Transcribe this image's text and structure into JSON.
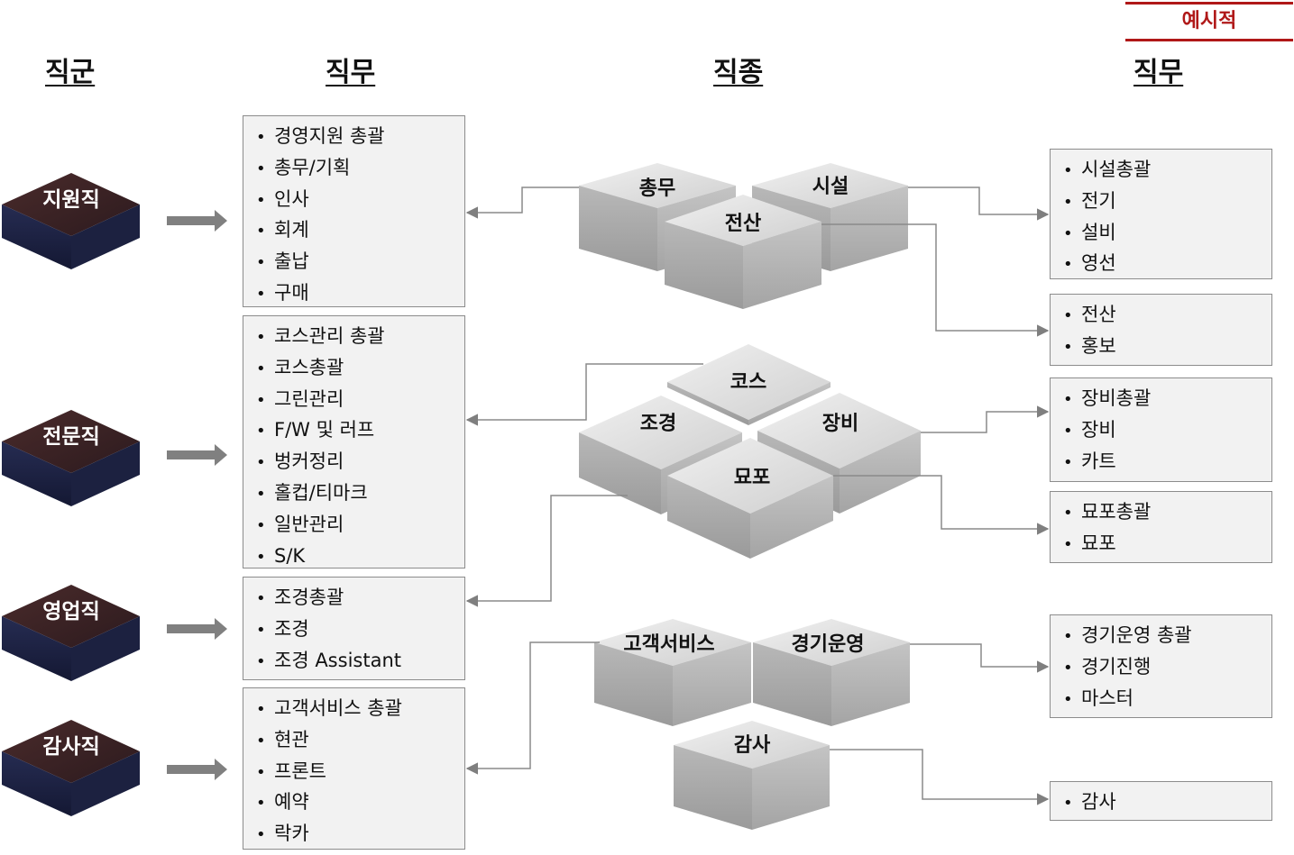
{
  "headers": {
    "group": "직군",
    "duty_left": "직무",
    "job_type": "직종",
    "duty_right": "직무",
    "example": "예시적"
  },
  "categories": [
    "지원직",
    "전문직",
    "영업직",
    "감사직"
  ],
  "left_duties": [
    [
      "경영지원 총괄",
      "총무/기획",
      "인사",
      "회계",
      "출납",
      "구매"
    ],
    [
      "코스관리 총괄",
      "코스총괄",
      "그린관리",
      "F/W 및 러프",
      "벙커정리",
      "홀컵/티마크",
      "일반관리",
      "S/K"
    ],
    [
      "조경총괄",
      "조경",
      "조경 Assistant"
    ],
    [
      "고객서비스 총괄",
      "현관",
      "프론트",
      "예약",
      "락카"
    ]
  ],
  "job_types": [
    "총무",
    "시설",
    "전산",
    "코스",
    "조경",
    "장비",
    "묘포",
    "고객서비스",
    "경기운영",
    "감사"
  ],
  "right_duties": [
    [
      "시설총괄",
      "전기",
      "설비",
      "영선"
    ],
    [
      "전산",
      "홍보"
    ],
    [
      "장비총괄",
      "장비",
      "카트"
    ],
    [
      "묘포총괄",
      "묘포"
    ],
    [
      "경기운영 총괄",
      "경기진행",
      "마스터"
    ],
    [
      "감사"
    ]
  ],
  "colors": {
    "accent": "#b01818",
    "dark_cube_top": "#3a2222",
    "dark_cube_side": "#1e2340",
    "gray_cube_top": "#dcdcdc",
    "gray_cube_side": "#a8a8a8",
    "box_fill": "#f2f2f2",
    "arrow": "#7f7f7f"
  }
}
